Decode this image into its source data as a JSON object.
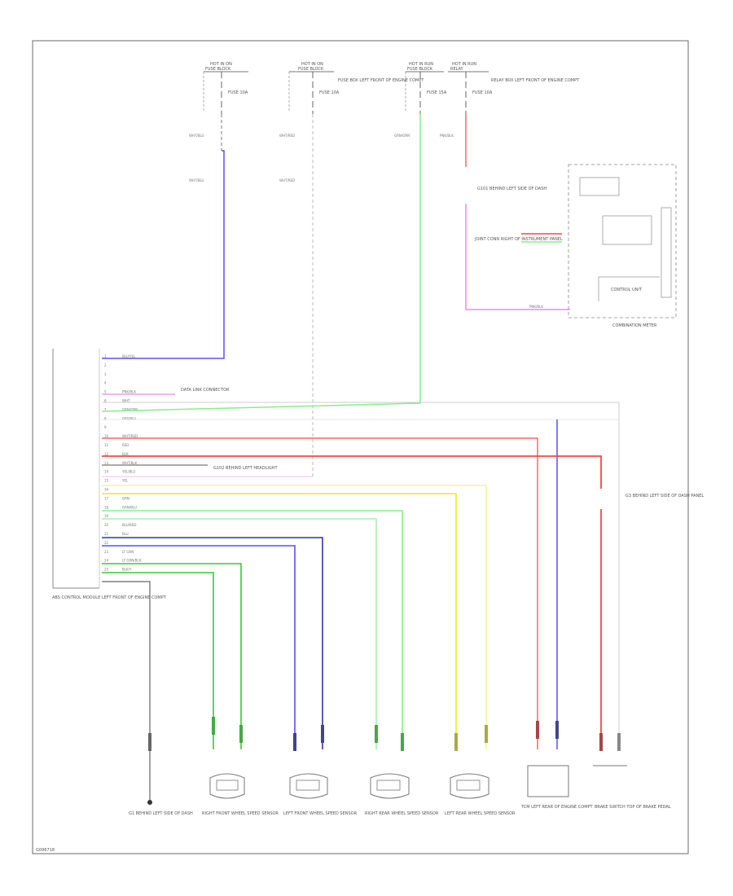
{
  "diagram": {
    "fuses": [
      {
        "top": "HOT IN ON",
        "sub": "FUSE BLOCK",
        "fuse": "FUSE 10A"
      },
      {
        "top": "HOT IN ON",
        "sub": "FUSE BLOCK",
        "fuse": "FUSE 10A"
      },
      {
        "top": "HOT IN RUN",
        "sub": "FUSE BLOCK",
        "fuse": "FUSE 15A"
      },
      {
        "top": "HOT IN RUN",
        "sub": "RELAY",
        "fuse": "FUSE 10A"
      }
    ],
    "notes": {
      "fuse_box": "FUSE BOX LEFT FRONT OF ENGINE COMPT",
      "relay_box": "RELAY BOX LEFT FRONT OF ENGINE COMPT",
      "joint": "JOINT CONN RIGHT OF INSTRUMENT PANEL",
      "ground_top": "G101 BEHIND LEFT SIDE OF DASH",
      "ground_mid": "G102 BEHIND LEFT HEADLIGHT",
      "combination_meter": "COMBINATION METER",
      "data_link": "DATA LINK CONNECTOR",
      "brake_switch": "G3 BEHIND LEFT SIDE OF DASH PANEL",
      "relay_ctrl": "CONTROL UNIT"
    },
    "wire_colors": {
      "blue": "#5a4fff",
      "green": "#33cc33",
      "light_green": "#88ee88",
      "red": "#ff4444",
      "pink": "#ee88ee",
      "yellow": "#eeee33",
      "light_yellow": "#f7f7a0",
      "dark_blue": "#3333aa",
      "gray": "#999999"
    },
    "ecu_label": "ABS CONTROL MODULE LEFT FRONT OF ENGINE COMPT",
    "ecu_pins": [
      {
        "n": "1",
        "wire": "BLU/YEL"
      },
      {
        "n": "2",
        "wire": ""
      },
      {
        "n": "3",
        "wire": ""
      },
      {
        "n": "4",
        "wire": ""
      },
      {
        "n": "5",
        "wire": "PNK/BLK"
      },
      {
        "n": "6",
        "wire": "WHT"
      },
      {
        "n": "7",
        "wire": "GRN/ORN"
      },
      {
        "n": "8",
        "wire": "GRY/BLU"
      },
      {
        "n": "9",
        "wire": ""
      },
      {
        "n": "10",
        "wire": "WHT/RED"
      },
      {
        "n": "11",
        "wire": "RED"
      },
      {
        "n": "12",
        "wire": "BLK"
      },
      {
        "n": "13",
        "wire": "WHT/BLK"
      },
      {
        "n": "14",
        "wire": "YEL/BLU"
      },
      {
        "n": "15",
        "wire": "YEL"
      },
      {
        "n": "16",
        "wire": ""
      },
      {
        "n": "17",
        "wire": "GRN"
      },
      {
        "n": "18",
        "wire": "GRN/BLU"
      },
      {
        "n": "19",
        "wire": ""
      },
      {
        "n": "20",
        "wire": "BLU/RED"
      },
      {
        "n": "21",
        "wire": "BLU"
      },
      {
        "n": "22",
        "wire": ""
      },
      {
        "n": "23",
        "wire": "LT GRN"
      },
      {
        "n": "24",
        "wire": "LT GRN/BLK"
      },
      {
        "n": "25",
        "wire": "BLK/Y"
      }
    ],
    "bottom_components": [
      "G1 BEHIND LEFT SIDE OF DASH",
      "RIGHT FRONT WHEEL SPEED SENSOR",
      "LEFT FRONT WHEEL SPEED SENSOR",
      "RIGHT REAR WHEEL SPEED SENSOR",
      "LEFT REAR WHEEL SPEED SENSOR",
      "TCM LEFT REAR OF ENGINE COMPT",
      "BRAKE SWITCH TOP OF BRAKE PEDAL"
    ],
    "footer_code": "G096718"
  }
}
